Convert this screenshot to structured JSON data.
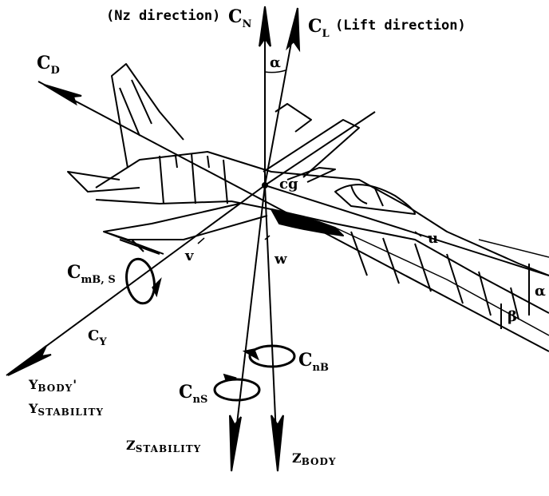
{
  "labels": {
    "nz_direction": "(Nz direction)",
    "cn_main": "C",
    "cn_sub": "N",
    "cl_main": "C",
    "cl_sub": "L",
    "lift_direction": "(Lift direction)",
    "cd_main": "C",
    "cd_sub": "D",
    "alpha_top": "α",
    "cg": "cg",
    "u": "u",
    "v": "v",
    "w": "w",
    "alpha_right": "α",
    "beta": "β",
    "cm_main": "C",
    "cm_sub": "m",
    "cm_sub2": "B, S",
    "cy_main": "C",
    "cy_sub": "Y",
    "cnb_main": "C",
    "cnb_sub": "n",
    "cnb_sub2": "B",
    "cns_main": "C",
    "cns_sub": "n",
    "cns_sub2": "S",
    "ybody_main": "Y",
    "ybody_sub": "BODY",
    "ybody_comma": "'",
    "ystab_main": "Y",
    "ystab_sub": "STABILITY",
    "zstab_main": "Z",
    "zstab_sub": "STABILITY",
    "zbody_main": "Z",
    "zbody_sub": "BODY"
  }
}
